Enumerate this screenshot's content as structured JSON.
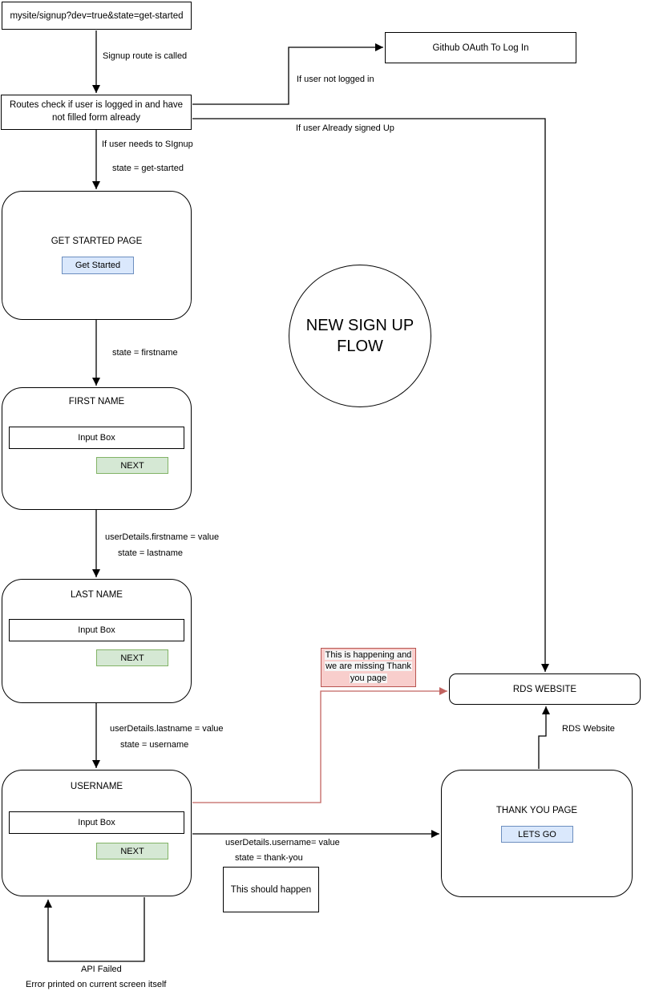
{
  "diagram_title": "NEW SIGN UP FLOW",
  "colors": {
    "blue_fill": "#dae8fc",
    "blue_border": "#6c8ebf",
    "green_fill": "#d5e8d4",
    "green_border": "#82b366",
    "red_fill": "#f8cecc",
    "red_border": "#b85450",
    "black_line": "#000000",
    "red_line": "#c26360"
  },
  "nodes": {
    "url_box": {
      "text": "mysite/signup?dev=true&state=get-started"
    },
    "routes_check": {
      "text": "Routes check if user is logged in and have not filled form already"
    },
    "github_oauth": {
      "text": "Github OAuth To Log In"
    },
    "get_started_page": {
      "title": "GET STARTED PAGE",
      "button": "Get Started"
    },
    "flow_circle": {
      "text": "NEW SIGN UP FLOW"
    },
    "first_name": {
      "title": "FIRST NAME",
      "input": "Input Box",
      "button": "NEXT"
    },
    "last_name": {
      "title": "LAST NAME",
      "input": "Input Box",
      "button": "NEXT"
    },
    "username": {
      "title": "USERNAME",
      "input": "Input Box",
      "button": "NEXT"
    },
    "thank_you_page": {
      "title": "THANK YOU PAGE",
      "button": "LETS GO"
    },
    "rds_website": {
      "text": "RDS WEBSITE"
    },
    "this_should_happen": {
      "text": "This should happen"
    },
    "missing_thank_you_note": {
      "lines": [
        "This is happening and",
        "we are missing Thank",
        "you page"
      ]
    }
  },
  "edge_labels": {
    "signup_route_called": "Signup route is called",
    "if_user_not_logged_in": "If user not logged in",
    "if_user_already_signed_up": "If user Already signed Up",
    "if_user_needs_to_signup": "If user needs to SIgnup",
    "state_get_started": "state = get-started",
    "state_firstname": "state = firstname",
    "userdetails_firstname": "userDetails.firstname = value",
    "state_lastname": "state = lastname",
    "userdetails_lastname": "userDetails.lastname = value",
    "state_username": "state = username",
    "userdetails_username": "userDetails.username= value",
    "state_thank_you": "state = thank-you",
    "rds_website": "RDS Website",
    "api_failed": "API Failed",
    "error_printed": "Error printed on current screen itself"
  }
}
